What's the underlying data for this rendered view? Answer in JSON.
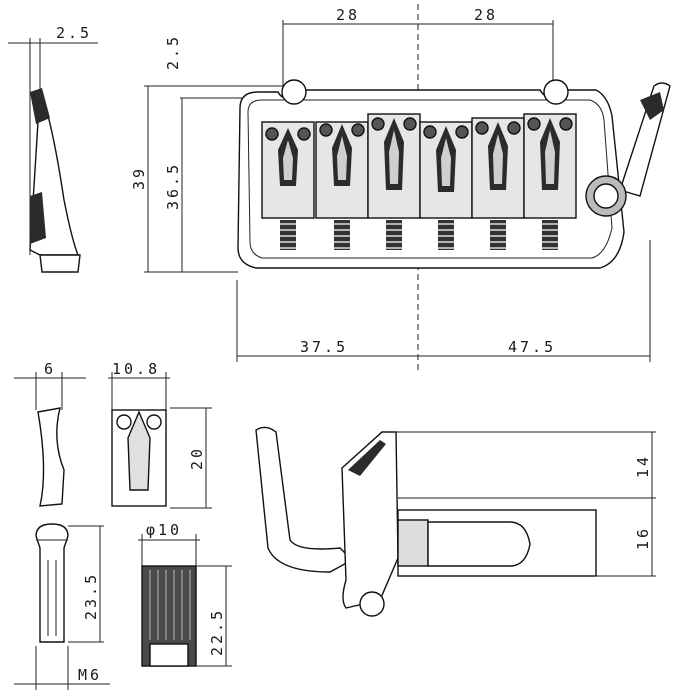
{
  "dimensions": {
    "top_left_28": "28",
    "top_right_28": "28",
    "side_2_5_top": "2.5",
    "side_2_5_vertical": "2.5",
    "height_39": "39",
    "height_36_5": "36.5",
    "width_37_5": "37.5",
    "width_47_5": "47.5",
    "saddle_side_6": "6",
    "saddle_width_10_8": "10.8",
    "saddle_height_20": "20",
    "stud_length_23_5": "23.5",
    "stud_thread_M6": "M6",
    "bushing_diameter": "φ10",
    "bushing_length_22_5": "22.5",
    "arm_height_14": "14",
    "arm_height_16": "16"
  }
}
